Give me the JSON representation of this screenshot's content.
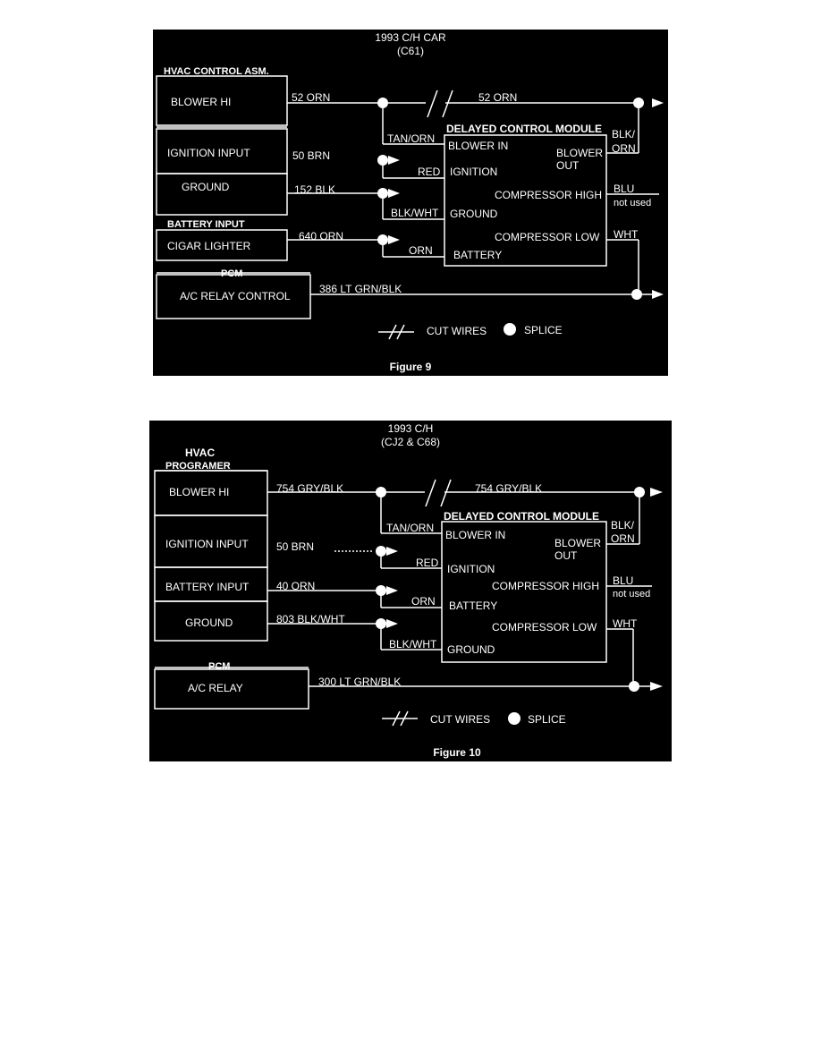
{
  "figure9": {
    "title_line1": "1993  C/H CAR",
    "title_line2": "(C61)",
    "caption": "Figure 9",
    "hvac_header": "HVAC CONTROL ASM.",
    "blower_hi": "BLOWER HI",
    "ignition_input": "IGNITION INPUT",
    "ground": "GROUND",
    "battery_input_header": "BATTERY INPUT",
    "cigar_lighter": "CIGAR LIGHTER",
    "pcm_header": "PCM",
    "ac_relay_control": "A/C RELAY CONTROL",
    "module_title": "DELAYED CONTROL MODULE",
    "blower_in": "BLOWER IN",
    "ignition": "IGNITION",
    "ground_pin": "GROUND",
    "battery_pin": "BATTERY",
    "blower_out_1": "BLOWER",
    "blower_out_2": "OUT",
    "compressor_high": "COMPRESSOR HIGH",
    "compressor_low": "COMPRESSOR LOW",
    "wire_52_orn_left": "52 ORN",
    "wire_52_orn_right": "52 ORN",
    "wire_50_brn": "50 BRN",
    "wire_152_blk": "152 BLK",
    "wire_640_orn": "640 ORN",
    "wire_386": "386 LT GRN/BLK",
    "wire_tan_orn": "TAN/ORN",
    "wire_red": "RED",
    "wire_blk_wht": "BLK/WHT",
    "wire_orn": "ORN",
    "wire_blk_orn_1": "BLK/",
    "wire_blk_orn_2": "ORN",
    "wire_blu": "BLU",
    "not_used": "not used",
    "wire_wht": "WHT",
    "legend_cut": "CUT WIRES",
    "legend_splice": "SPLICE"
  },
  "figure10": {
    "title_line1": "1993 C/H",
    "title_line2": "(CJ2 & C68)",
    "caption": "Figure 10",
    "hvac_header_1": "HVAC",
    "hvac_header_2": "PROGRAMER",
    "blower_hi": "BLOWER HI",
    "ignition_input": "IGNITION INPUT",
    "battery_input": "BATTERY INPUT",
    "ground": "GROUND",
    "pcm_header": "PCM",
    "ac_relay": "A/C RELAY",
    "module_title": "DELAYED CONTROL MODULE",
    "blower_in": "BLOWER IN",
    "ignition": "IGNITION",
    "battery_pin": "BATTERY",
    "ground_pin": "GROUND",
    "blower_out_1": "BLOWER",
    "blower_out_2": "OUT",
    "compressor_high": "COMPRESSOR HIGH",
    "compressor_low": "COMPRESSOR LOW",
    "wire_754_left": "754 GRY/BLK",
    "wire_754_right": "754 GRY/BLK",
    "wire_50_brn": "50 BRN",
    "wire_40_orn": "40 ORN",
    "wire_803": "803 BLK/WHT",
    "wire_300": "300 LT GRN/BLK",
    "wire_tan_orn": "TAN/ORN",
    "wire_red": "RED",
    "wire_orn": "ORN",
    "wire_blk_wht": "BLK/WHT",
    "wire_blk_orn_1": "BLK/",
    "wire_blk_orn_2": "ORN",
    "wire_blu": "BLU",
    "not_used": "not used",
    "wire_wht": "WHT",
    "legend_cut": "CUT WIRES",
    "legend_splice": "SPLICE"
  }
}
